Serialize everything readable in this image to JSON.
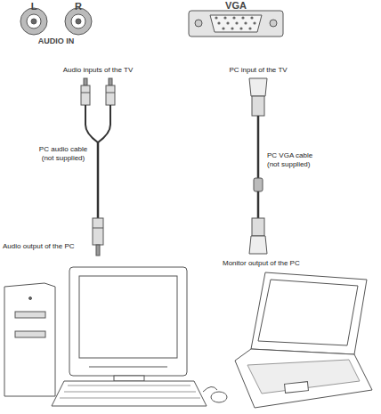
{
  "diagram": {
    "labels": [
      "L",
      "R",
      "VGA",
      "AUDIO IN",
      "Audio inputs of the TV",
      "PC audio cable (not supplied)",
      "Audio output of the PC",
      "PC input of the TV",
      "PC VGA cable (not supplied)",
      "Monitor output of the PC"
    ]
  }
}
